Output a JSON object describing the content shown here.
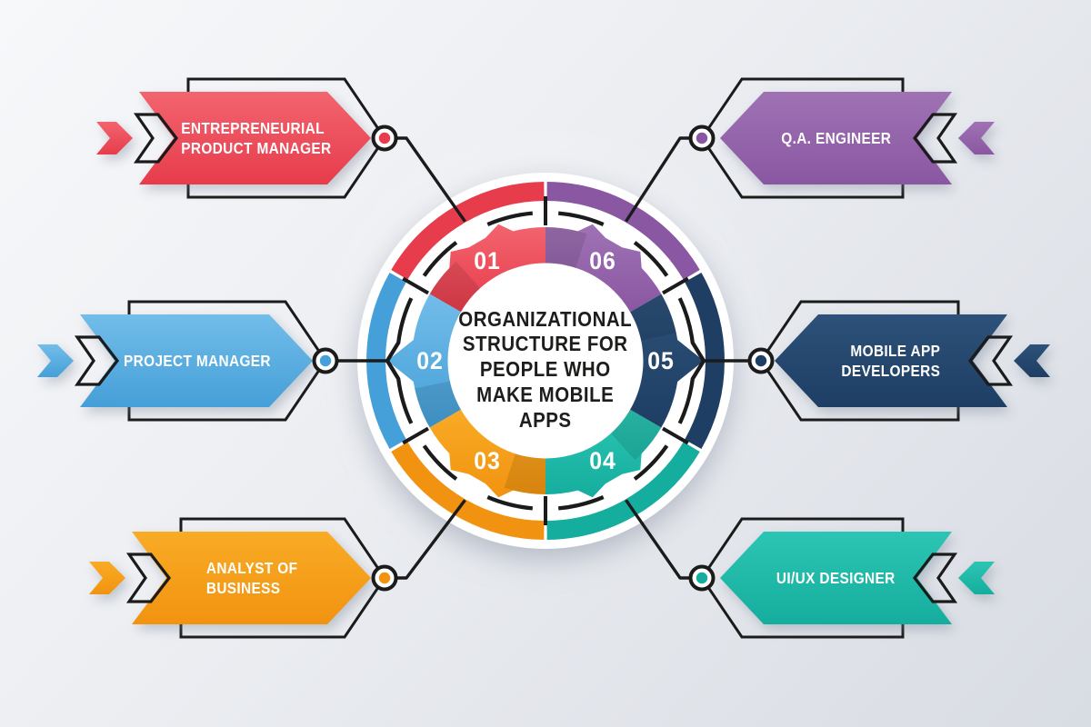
{
  "center": {
    "title": "ORGANIZATIONAL\nSTRUCTURE FOR\nPEOPLE WHO\nMAKE MOBILE\nAPPS"
  },
  "items": [
    {
      "id": "01",
      "label": "ENTREPRENEURIAL\nPRODUCT MANAGER",
      "color_key": "red",
      "position": "top-left"
    },
    {
      "id": "02",
      "label": "PROJECT MANAGER",
      "color_key": "blue",
      "position": "middle-left"
    },
    {
      "id": "03",
      "label": "ANALYST OF\nBUSINESS",
      "color_key": "orange",
      "position": "bottom-left"
    },
    {
      "id": "04",
      "label": "UI/UX DESIGNER",
      "color_key": "teal",
      "position": "bottom-right"
    },
    {
      "id": "05",
      "label": "MOBILE APP\nDEVELOPERS",
      "color_key": "navy",
      "position": "middle-right"
    },
    {
      "id": "06",
      "label": "Q.A. ENGINEER",
      "color_key": "purple",
      "position": "top-right"
    }
  ],
  "colors": {
    "line": "#1b1b1b",
    "title_text": "#1d1d1b",
    "label_text": "#ffffff",
    "bg_top_left": "#f7f8fa",
    "bg_bottom_right": "#d8dce3",
    "circle_fill": "#ffffff",
    "palette": {
      "red": {
        "base": "#e73c4c",
        "light": "#f2646e"
      },
      "blue": {
        "base": "#459fd8",
        "light": "#72bde9"
      },
      "orange": {
        "base": "#f19311",
        "light": "#f9ab25"
      },
      "teal": {
        "base": "#15ad9d",
        "light": "#2cc5b3"
      },
      "navy": {
        "base": "#1e3e64",
        "light": "#2d5179"
      },
      "purple": {
        "base": "#8a57a2",
        "light": "#9f72b4"
      }
    }
  }
}
